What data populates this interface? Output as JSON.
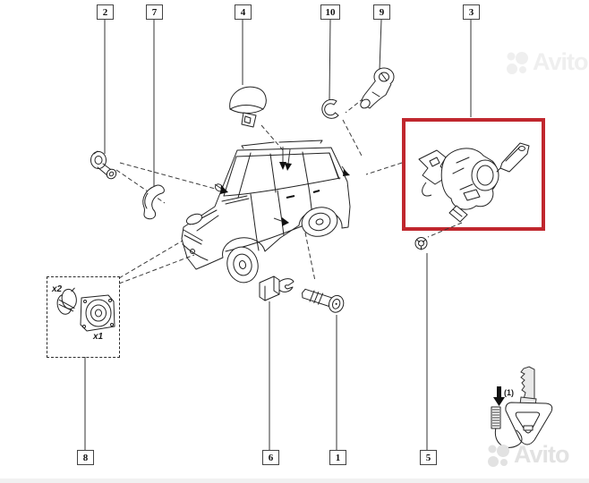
{
  "callouts": {
    "top": [
      "2",
      "7",
      "4",
      "10",
      "9",
      "3"
    ],
    "bottom": [
      "8",
      "6",
      "1",
      "5"
    ]
  },
  "group8": {
    "qty_left": "x2",
    "qty_right": "x1"
  },
  "key_note": "(1)",
  "watermark_top": "Avito",
  "watermark_bottom": "Avito",
  "colors": {
    "highlight_red": "#c0272e",
    "line_black": "#222222",
    "watermark_gray": "#e2e2e2"
  }
}
